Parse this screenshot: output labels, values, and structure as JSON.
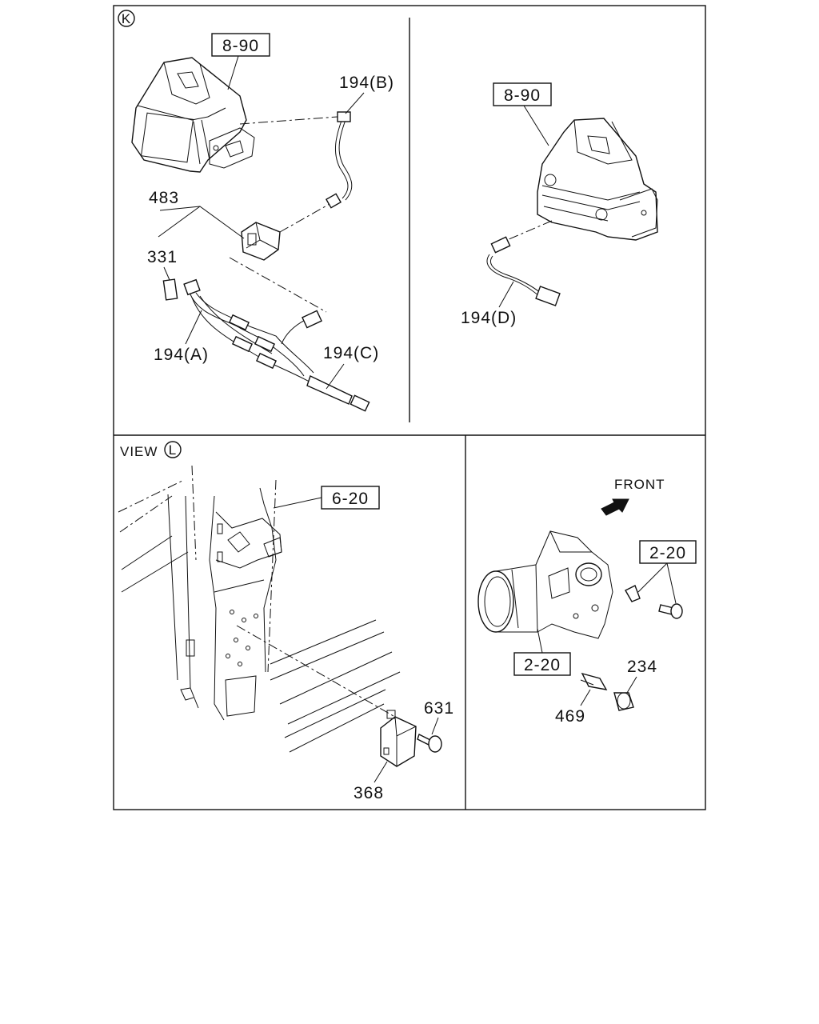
{
  "panels": {
    "k": {
      "marker": "K"
    },
    "l": {
      "view_label": "VIEW",
      "marker": "L"
    }
  },
  "callouts": {
    "ref_890_a": "8-90",
    "ref_890_b": "8-90",
    "ref_620": "6-20",
    "ref_220_a": "2-20",
    "ref_220_b": "2-20",
    "p194b": "194(B)",
    "p483": "483",
    "p331": "331",
    "p194a": "194(A)",
    "p194c": "194(C)",
    "p194d": "194(D)",
    "p631": "631",
    "p368": "368",
    "p234": "234",
    "p469": "469",
    "front": "FRONT"
  }
}
